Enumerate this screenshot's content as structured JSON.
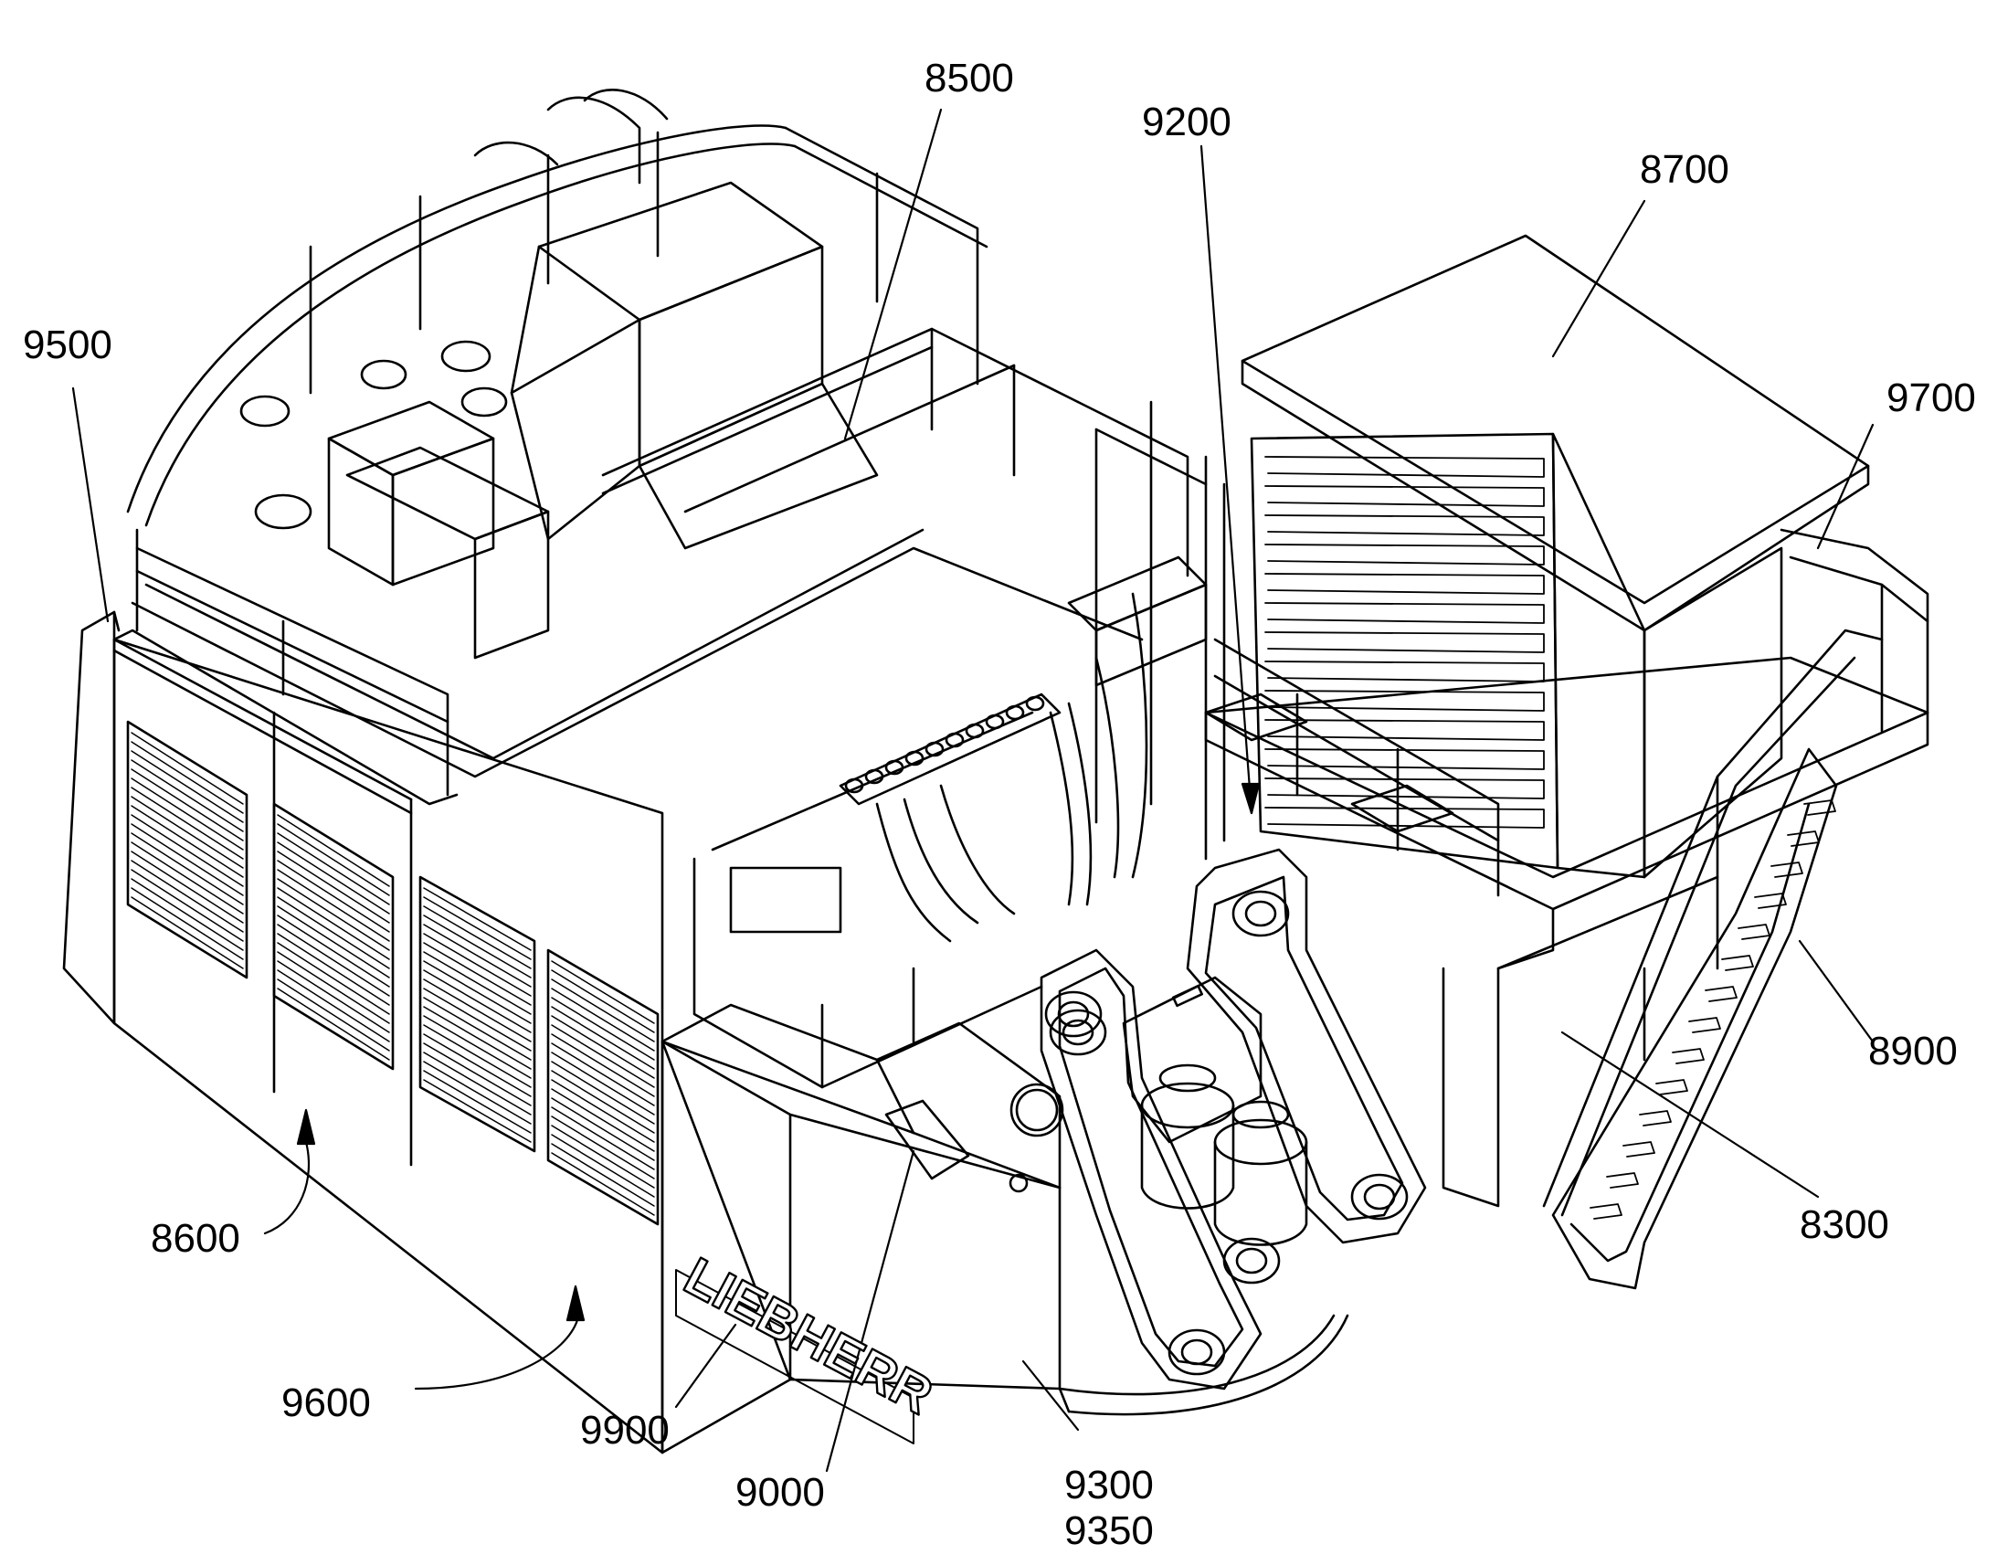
{
  "figure": {
    "brand_text": "LIEBHERR",
    "labels": [
      {
        "id": "r8500",
        "text": "8500"
      },
      {
        "id": "r9200",
        "text": "9200"
      },
      {
        "id": "r8700",
        "text": "8700"
      },
      {
        "id": "r9500",
        "text": "9500"
      },
      {
        "id": "r9700",
        "text": "9700"
      },
      {
        "id": "r8900",
        "text": "8900"
      },
      {
        "id": "r8300",
        "text": "8300"
      },
      {
        "id": "r8600",
        "text": "8600"
      },
      {
        "id": "r9600",
        "text": "9600"
      },
      {
        "id": "r9900",
        "text": "9900"
      },
      {
        "id": "r9000",
        "text": "9000"
      },
      {
        "id": "r9300",
        "text": "9300"
      },
      {
        "id": "r9350",
        "text": "9350"
      }
    ]
  },
  "colors": {
    "line": "#000000",
    "background": "#ffffff"
  }
}
